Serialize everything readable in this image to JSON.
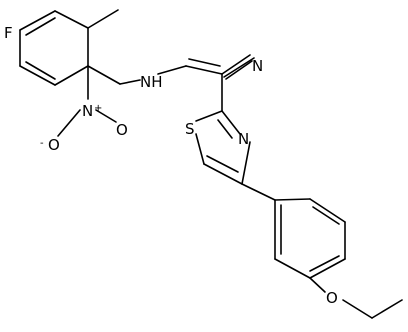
{
  "molecule": {
    "atoms": {
      "fluorine": "F",
      "amine": "NH",
      "nitrile_n": "N",
      "nitro_n": "N",
      "nitro_n_charge": "+",
      "nitro_o_single": "O",
      "nitro_o_single_charge": "-",
      "nitro_o_double": "O",
      "thiazole_s": "S",
      "thiazole_n": "N",
      "ether_o": "O"
    }
  }
}
